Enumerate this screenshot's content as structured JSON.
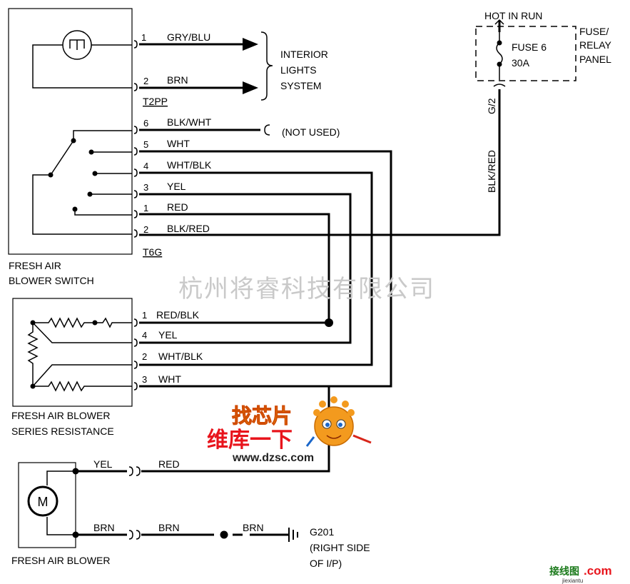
{
  "switch": {
    "name_line1": "FRESH AIR",
    "name_line2": "BLOWER SWITCH",
    "connector_top": "T2PP",
    "connector_bottom": "T6G",
    "pins_top": [
      {
        "pin": "1",
        "color": "GRY/BLU"
      },
      {
        "pin": "2",
        "color": "BRN"
      }
    ],
    "pins_bottom": [
      {
        "pin": "6",
        "color": "BLK/WHT"
      },
      {
        "pin": "5",
        "color": "WHT"
      },
      {
        "pin": "4",
        "color": "WHT/BLK"
      },
      {
        "pin": "3",
        "color": "YEL"
      },
      {
        "pin": "1",
        "color": "RED"
      },
      {
        "pin": "2",
        "color": "BLK/RED"
      }
    ]
  },
  "interior": {
    "line1": "INTERIOR",
    "line2": "LIGHTS",
    "line3": "SYSTEM"
  },
  "not_used": "(NOT USED)",
  "fuse_panel": {
    "hot_in_run": "HOT IN RUN",
    "fuse_name": "FUSE 6",
    "fuse_rating": "30A",
    "panel_line1": "FUSE/",
    "panel_line2": "RELAY",
    "panel_line3": "PANEL",
    "terminal": "G/2",
    "wire_color": "BLK/RED"
  },
  "resistor": {
    "name_line1": "FRESH AIR BLOWER",
    "name_line2": "SERIES RESISTANCE",
    "pins": [
      {
        "pin": "1",
        "color": "RED/BLK"
      },
      {
        "pin": "4",
        "color": "YEL"
      },
      {
        "pin": "2",
        "color": "WHT/BLK"
      },
      {
        "pin": "3",
        "color": "WHT"
      }
    ]
  },
  "blower": {
    "name": "FRESH AIR BLOWER",
    "motor_letter": "M",
    "upper_inside": "YEL",
    "upper_outside": "RED",
    "lower_inside": "BRN",
    "lower_outside": "BRN",
    "lower_ground": "BRN"
  },
  "ground": {
    "name": "G201",
    "note_line1": "(RIGHT SIDE",
    "note_line2": "OF I/P)"
  },
  "watermark": {
    "company": "杭州将睿科技有限公司",
    "logo_top": "找芯片",
    "logo_mid": "维库一下",
    "logo_url": "www.dzsc.com",
    "corner_cn": "接线图",
    "corner_dot": ".com",
    "corner_pinyin": "jiexiantu"
  }
}
